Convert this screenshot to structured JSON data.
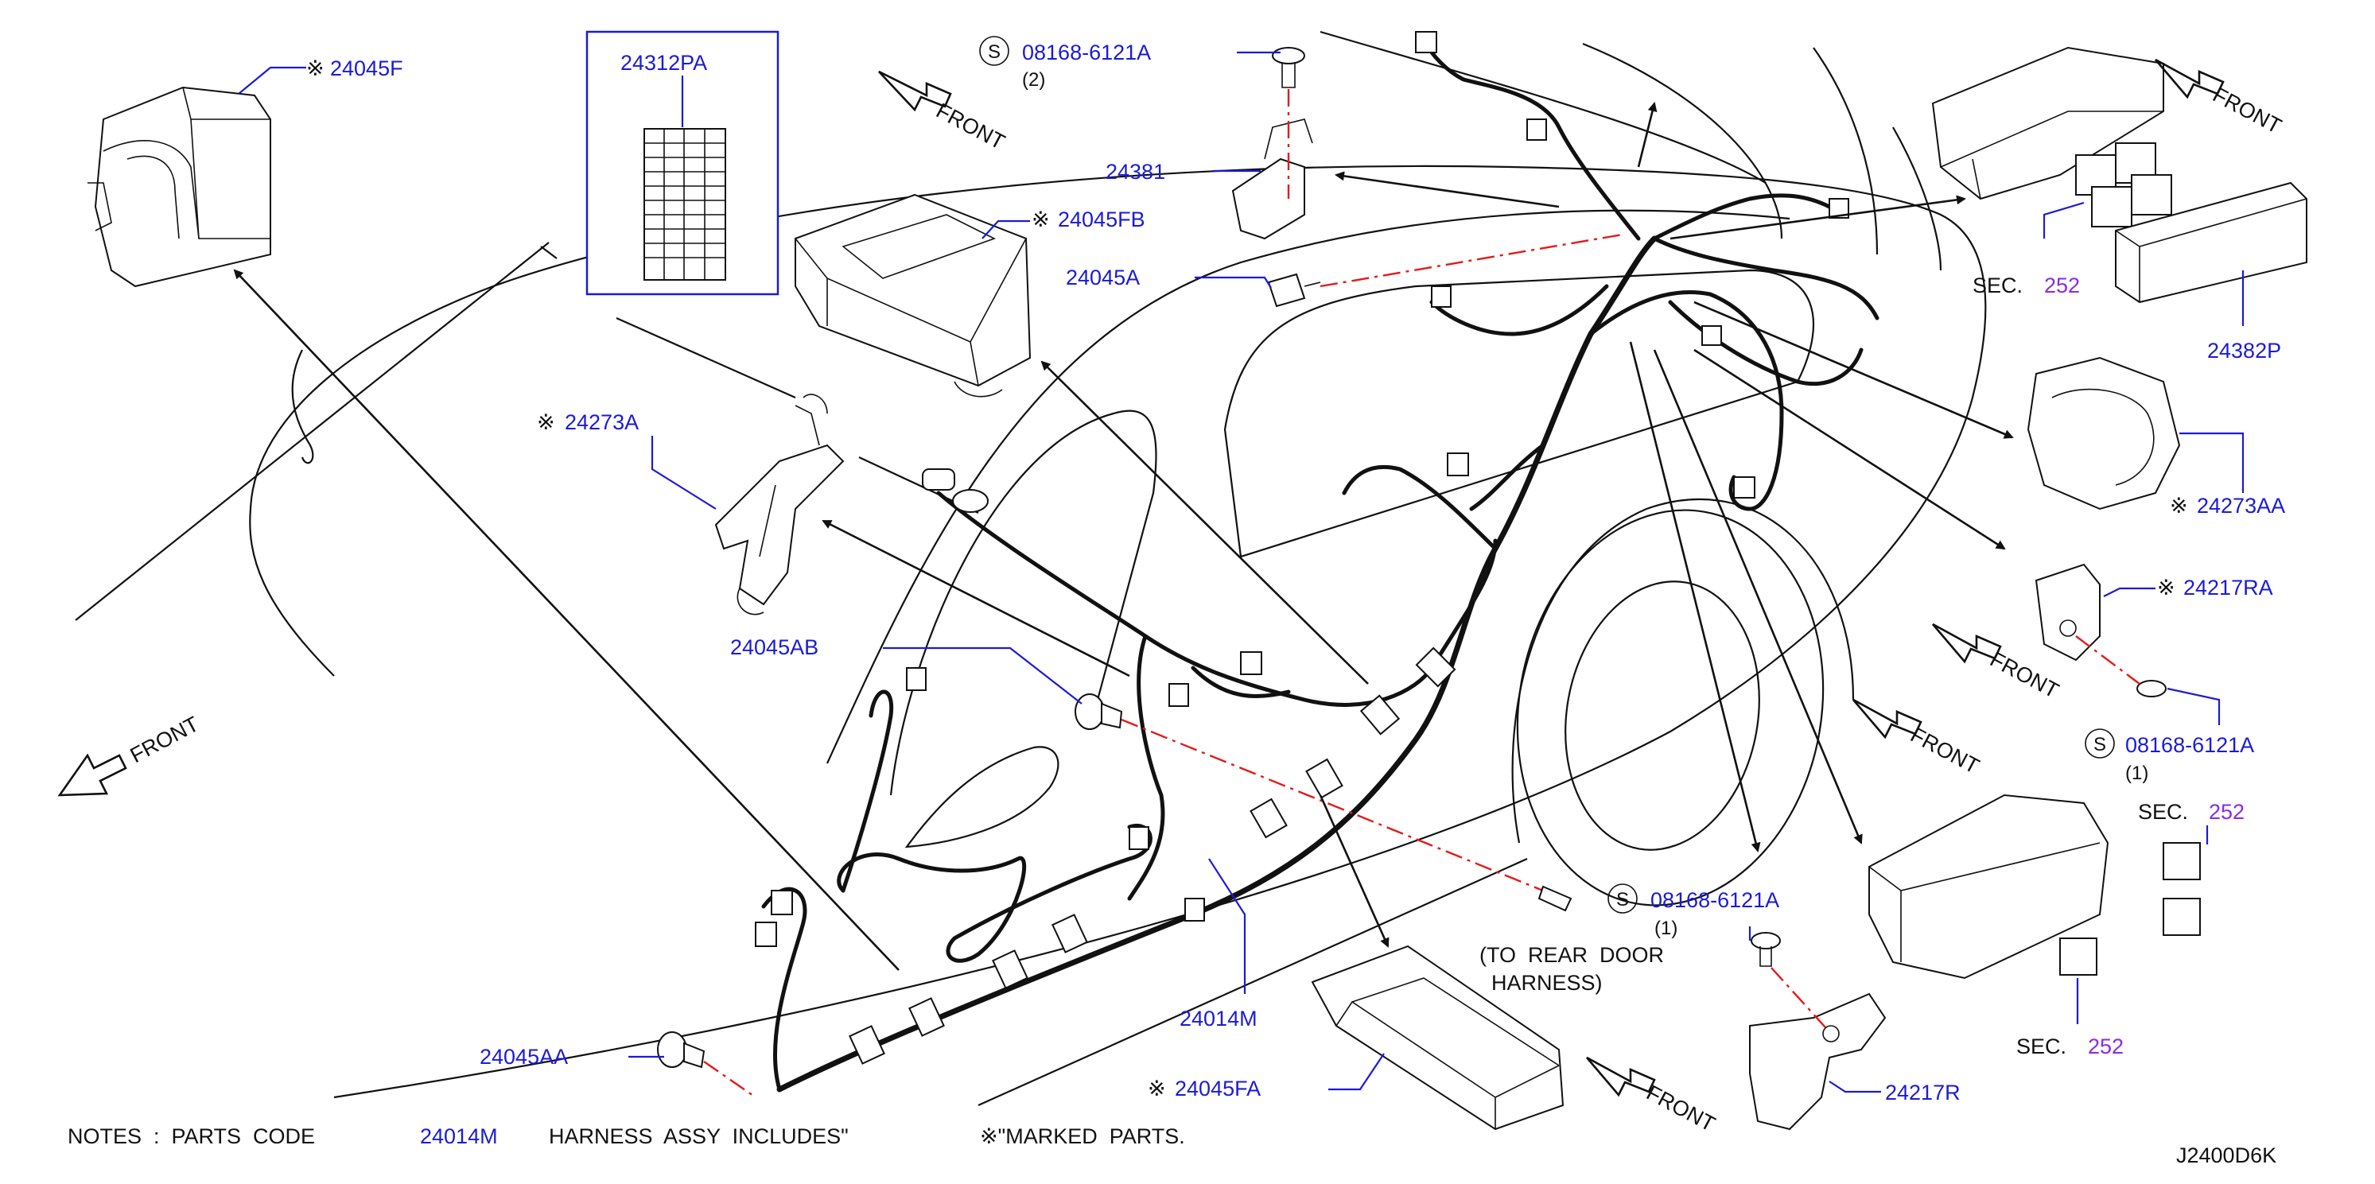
{
  "diagram_id": "J2400D6K",
  "notes": {
    "prefix": "NOTES  :  PARTS  CODE",
    "code": "24014M",
    "middle": "HARNESS  ASSY  INCLUDES\"",
    "marked": "※\"MARKED  PARTS."
  },
  "front_label": "FRONT",
  "sec_prefix": "SEC.",
  "sec_number": "252",
  "symbols": {
    "marked": "※",
    "screw": "S"
  },
  "labels": {
    "p24045F": "24045F",
    "p24312PA": "24312PA",
    "p24045FB": "24045FB",
    "p24273A": "24273A",
    "p24045AB": "24045AB",
    "p24045AA": "24045AA",
    "p24014M": "24014M",
    "p24045FA": "24045FA",
    "p08168_top": "08168-6121A",
    "p08168_top_qty": "(2)",
    "p24381": "24381",
    "p24045A": "24045A",
    "p24382P": "24382P",
    "p24273AA": "24273AA",
    "p24217RA": "24217RA",
    "p08168_right": "08168-6121A",
    "p08168_right_qty": "(1)",
    "p08168_bottom": "08168-6121A",
    "p08168_bottom_qty": "(1)",
    "rear_door_1": "(TO  REAR  DOOR",
    "rear_door_2": "HARNESS)",
    "p24217R": "24217R"
  }
}
